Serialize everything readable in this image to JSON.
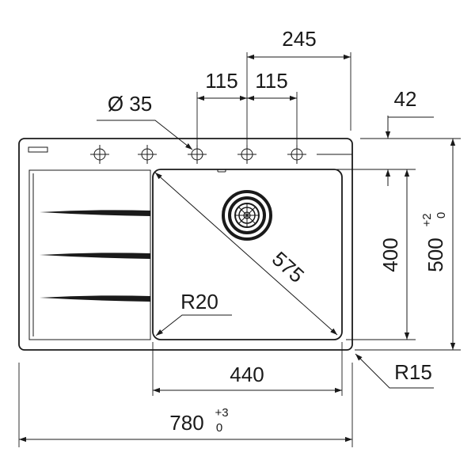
{
  "dimensions": {
    "top_offset": "245",
    "hole_pitch_a": "115",
    "hole_pitch_b": "115",
    "hole_diameter": "Ø 35",
    "rim_offset": "42",
    "bowl_height": "400",
    "total_depth": "500",
    "total_depth_tol_upper": "+2",
    "total_depth_tol_lower": "0",
    "bowl_diagonal": "575",
    "bowl_radius": "R20",
    "bowl_width": "440",
    "total_width": "780",
    "total_width_tol_upper": "+3",
    "total_width_tol_lower": "0",
    "corner_radius": "R15"
  },
  "colors": {
    "line": "#1a1a1a",
    "background": "#ffffff"
  },
  "icons": {
    "tap_hole": "tap-hole-crosshair-icon",
    "drain": "drain-strainer-icon"
  }
}
